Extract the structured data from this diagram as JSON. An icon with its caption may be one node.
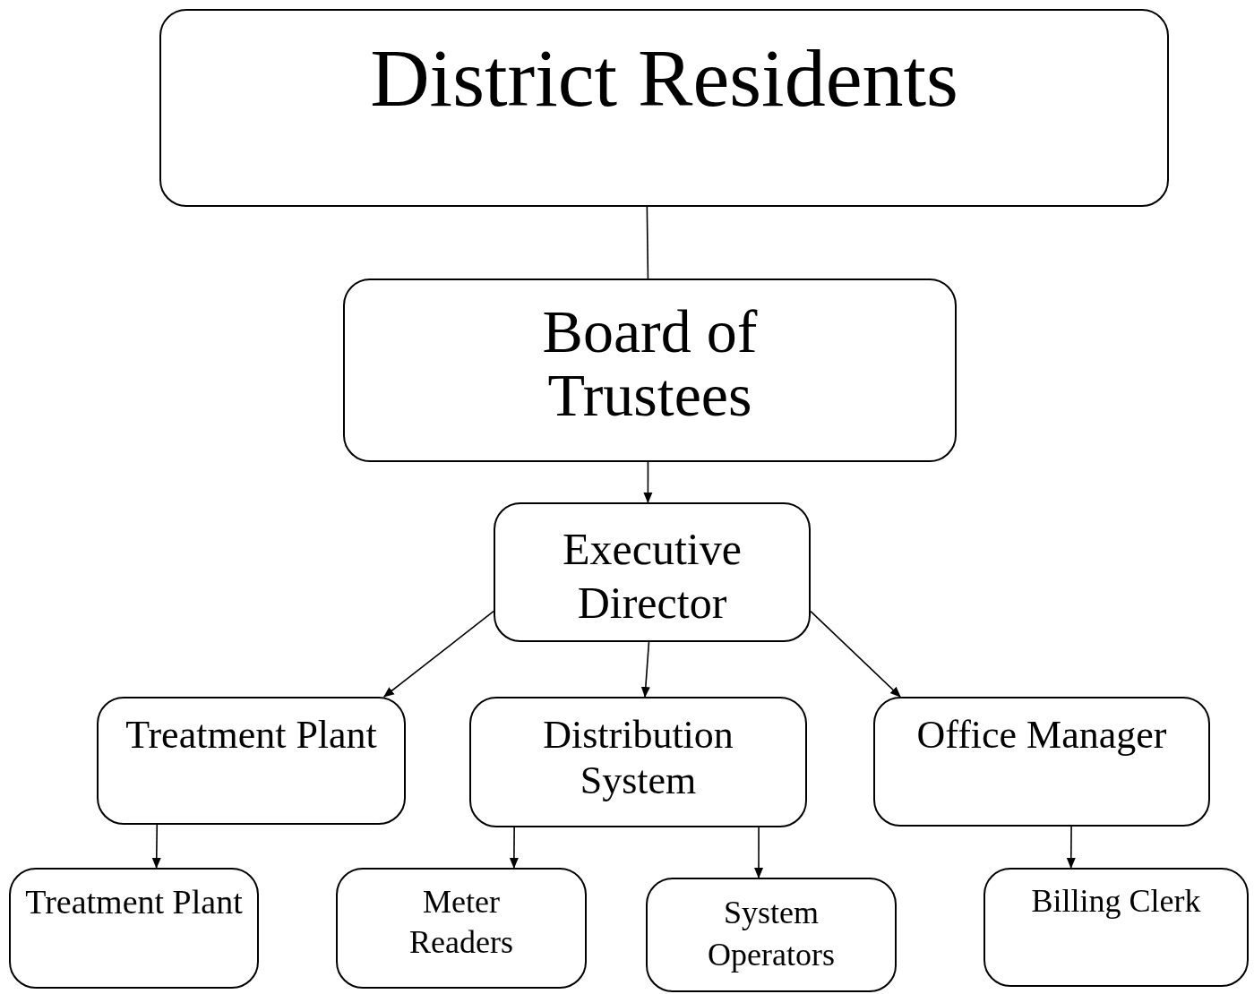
{
  "diagram": {
    "nodes": [
      {
        "text": [
          "District Residents"
        ]
      },
      {
        "text": [
          "Board of Trustees"
        ]
      },
      {
        "text": [
          "Executive Director"
        ]
      },
      {
        "text": [
          "Treatment Plant"
        ]
      },
      {
        "text": [
          "Distribution System"
        ]
      },
      {
        "text": [
          "Office Manager"
        ]
      },
      {
        "text": [
          "Treatment Plant"
        ]
      },
      {
        "text": [
          "Meter Readers"
        ]
      },
      {
        "text": [
          "System Operators"
        ]
      },
      {
        "text": [
          "Billing Clerk"
        ]
      }
    ],
    "edges": [
      {
        "from": 0,
        "to": 1,
        "arrow": "none"
      },
      {
        "from": 1,
        "to": 2,
        "arrow": "to"
      },
      {
        "from": 2,
        "to": 3,
        "arrow": "to"
      },
      {
        "from": 2,
        "to": 4,
        "arrow": "to"
      },
      {
        "from": 2,
        "to": 5,
        "arrow": "to"
      },
      {
        "from": 3,
        "to": 6,
        "arrow": "to"
      },
      {
        "from": 4,
        "to": 7,
        "arrow": "to"
      },
      {
        "from": 4,
        "to": 8,
        "arrow": "to"
      },
      {
        "from": 5,
        "to": 9,
        "arrow": "to"
      }
    ]
  }
}
